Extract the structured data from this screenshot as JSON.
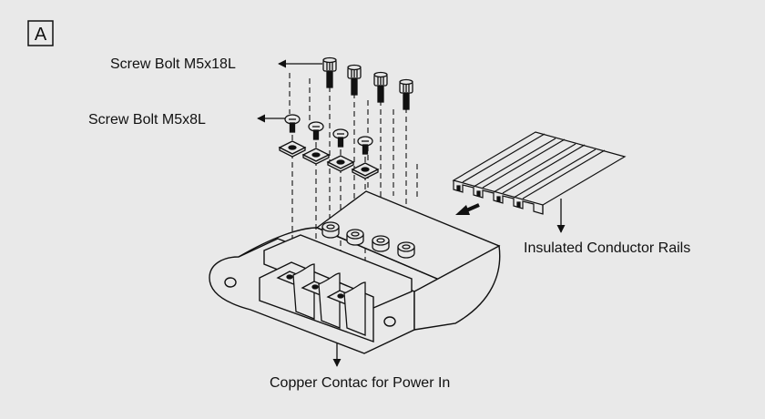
{
  "panel_letter": "A",
  "labels": {
    "screw_long": "Screw Bolt M5x18L",
    "screw_short": "Screw Bolt M5x8L",
    "rails": "Insulated Conductor Rails",
    "copper": "Copper Contac for Power In"
  },
  "colors": {
    "background": "#e9e9e9",
    "line": "#111111",
    "fill": "#e9e9e9"
  }
}
